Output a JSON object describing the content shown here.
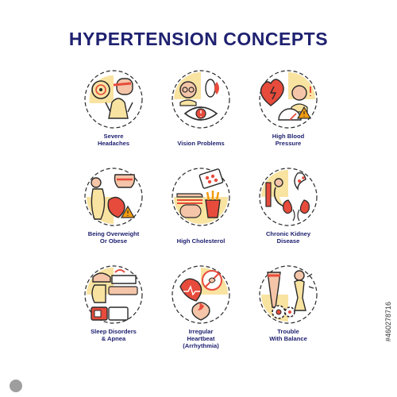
{
  "title": "HYPERTENSION CONCEPTS",
  "colors": {
    "navy": "#1f2170",
    "outline": "#2a2a2a",
    "yellow_fill": "#f9e3a1",
    "peach_fill": "#f4c5a8",
    "red_accent": "#e74b3c"
  },
  "icons": [
    {
      "name": "severe-headaches-icon",
      "label": "Severe\nHeadaches"
    },
    {
      "name": "vision-problems-icon",
      "label": "Vision Problems"
    },
    {
      "name": "high-blood-pressure-icon",
      "label": "High Blood\nPressure"
    },
    {
      "name": "overweight-icon",
      "label": "Being Overweight\nOr Obese"
    },
    {
      "name": "high-cholesterol-icon",
      "label": "High Cholesterol"
    },
    {
      "name": "chronic-kidney-disease-icon",
      "label": "Chronic Kidney\nDisease"
    },
    {
      "name": "sleep-apnea-icon",
      "label": "Sleep Disorders\n& Apnea"
    },
    {
      "name": "arrhythmia-icon",
      "label": "Irregular\nHeartbeat\n(Arrhythmia)"
    },
    {
      "name": "balance-icon",
      "label": "Trouble\nWith Balance"
    }
  ],
  "stock_id": "#460278716"
}
